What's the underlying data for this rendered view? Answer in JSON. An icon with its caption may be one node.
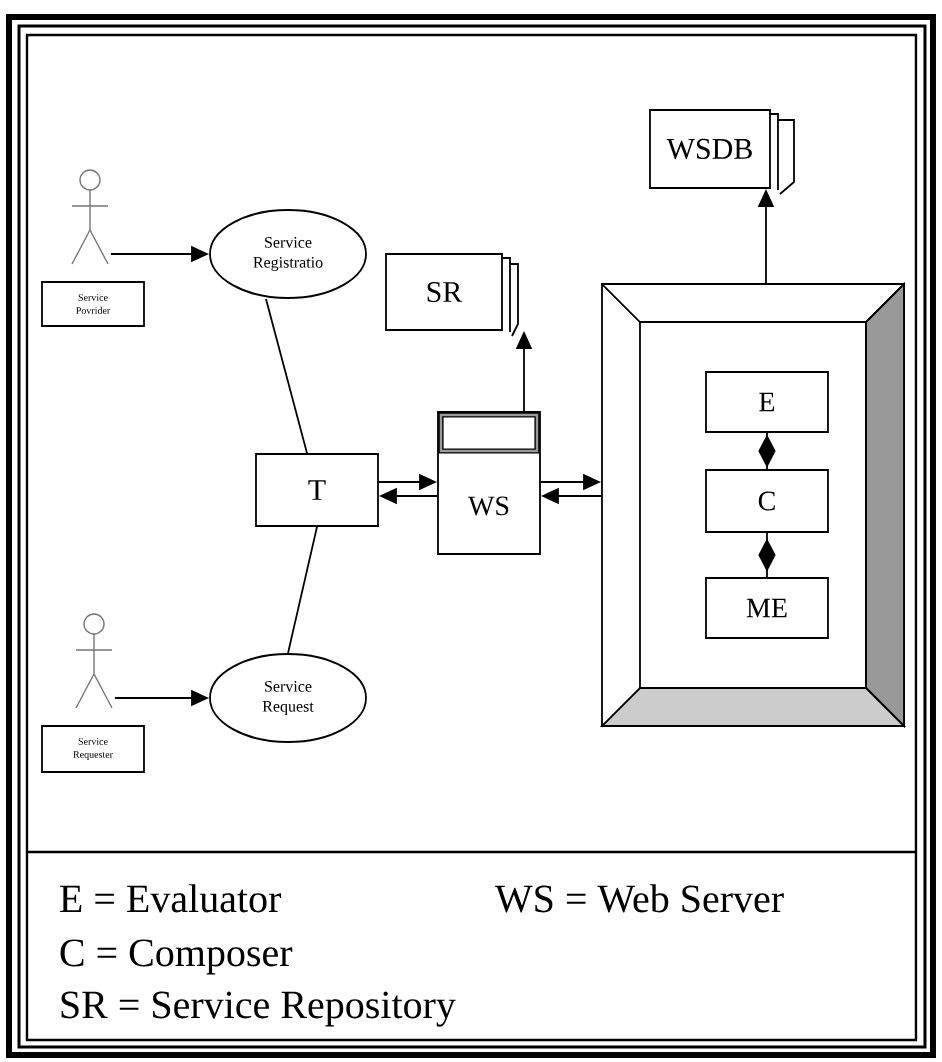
{
  "diagram": {
    "nodes": [
      {
        "text": [],
        "shape": "person"
      },
      {
        "text": [
          "Service Povrider"
        ]
      },
      {
        "text": [
          "Service Registratio"
        ]
      },
      {
        "text": [
          "SR"
        ]
      },
      {
        "text": [
          "WSDB"
        ]
      },
      {
        "text": [
          "T"
        ]
      },
      {
        "text": [
          "WS"
        ]
      },
      {
        "text": [],
        "shape": "box"
      },
      {
        "text": [
          "E"
        ],
        "in": 7
      },
      {
        "text": [
          "C"
        ],
        "in": 7
      },
      {
        "text": [
          "ME"
        ],
        "in": 7
      },
      {
        "text": [],
        "shape": "person"
      },
      {
        "text": [
          "Service Requester"
        ]
      },
      {
        "text": [
          "Service Request"
        ]
      }
    ],
    "edges": [
      {
        "from": 0,
        "to": 2,
        "arrow": "to"
      },
      {
        "from": 2,
        "to": 5,
        "arrow": "none"
      },
      {
        "from": 5,
        "to": 6,
        "arrow": "to"
      },
      {
        "from": 6,
        "to": 5,
        "arrow": "to"
      },
      {
        "from": 6,
        "to": 7,
        "arrow": "to"
      },
      {
        "from": 7,
        "to": 6,
        "arrow": "to"
      },
      {
        "from": 6,
        "to": 3,
        "arrow": "to"
      },
      {
        "from": 7,
        "to": 4,
        "arrow": "to"
      },
      {
        "from": 8,
        "to": 9,
        "arrow": "other"
      },
      {
        "from": 9,
        "to": 10,
        "arrow": "other"
      },
      {
        "from": 11,
        "to": 13,
        "arrow": "to"
      },
      {
        "from": 13,
        "to": 5,
        "arrow": "none"
      }
    ],
    "labels": [
      "E = Evaluator",
      "WS = Web Server",
      "C = Composer",
      "SR = Service Repository"
    ]
  }
}
